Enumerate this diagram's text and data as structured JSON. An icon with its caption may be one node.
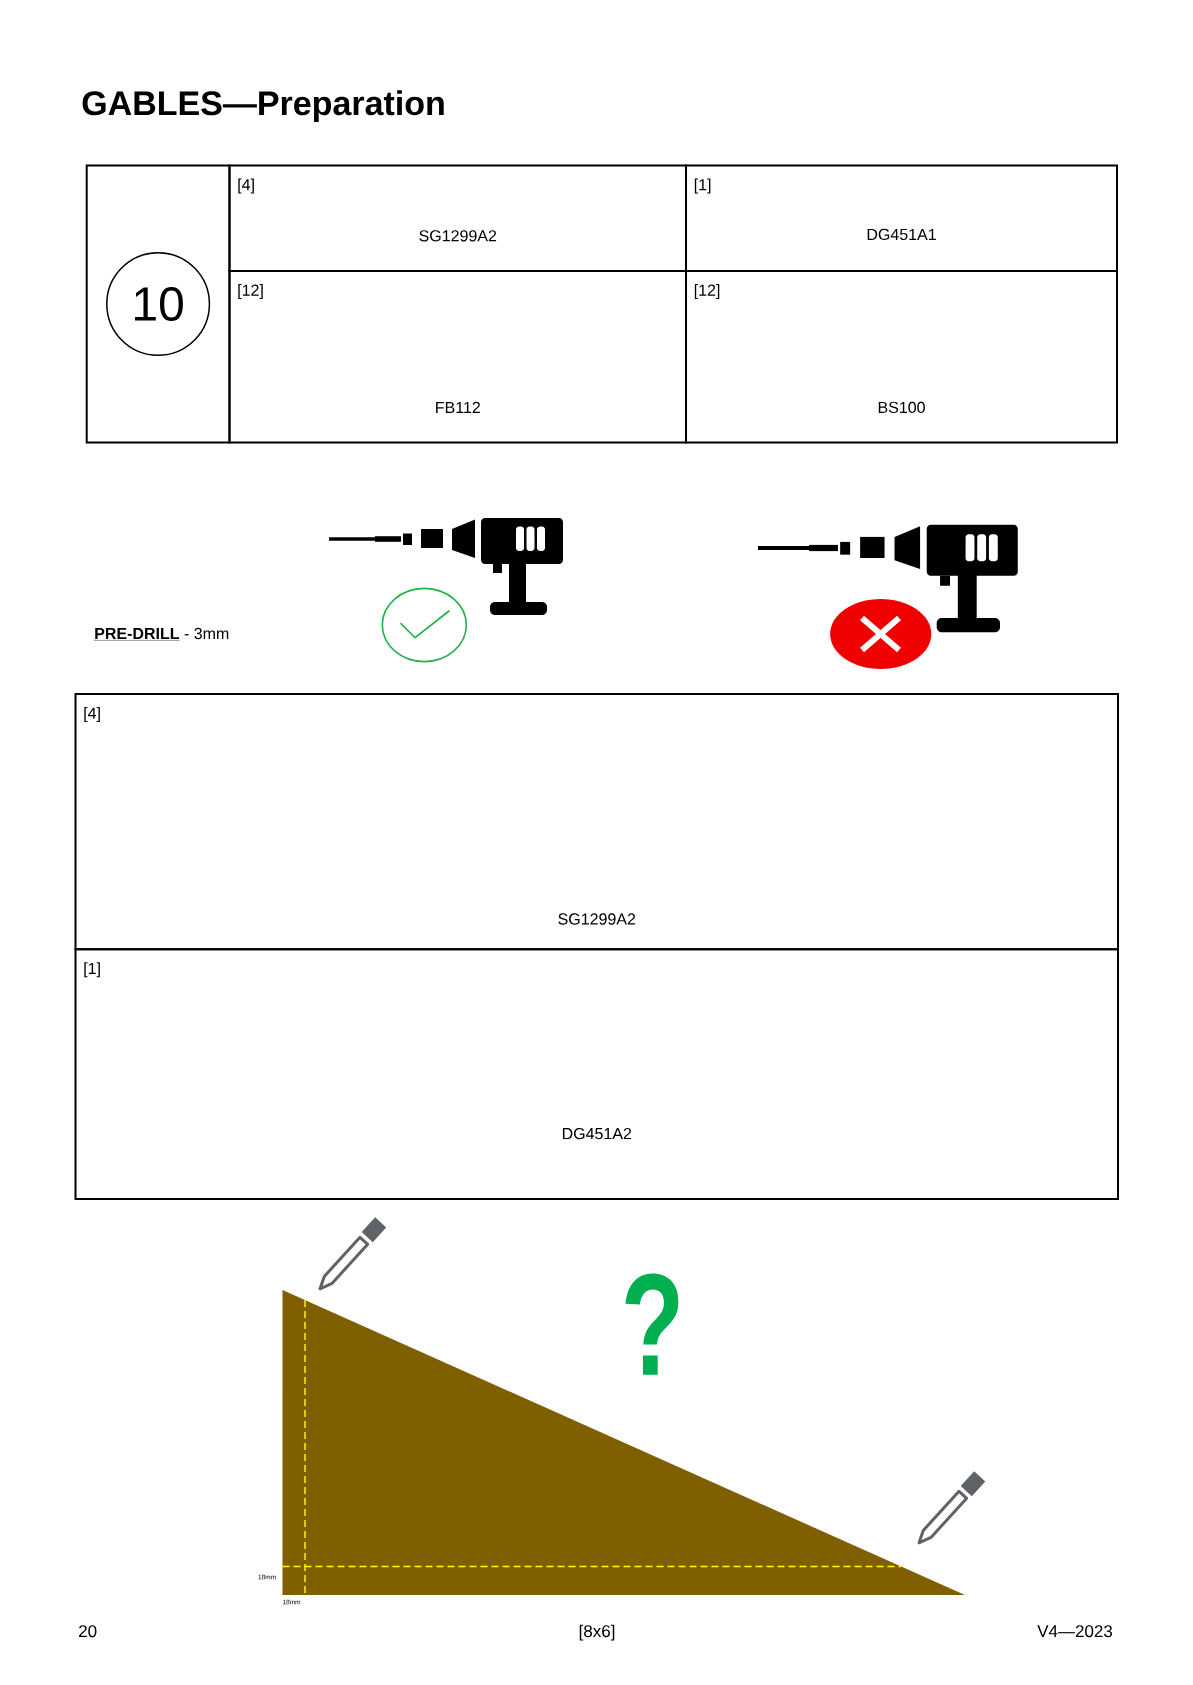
{
  "diagram": {
    "title": "GABLES—Preparation",
    "nodes": [
      {
        "text": [],
        "shape": "box"
      },
      {
        "text": [
          "10"
        ],
        "in": 0
      },
      {
        "text": [
          "[4]",
          "SG1299A2"
        ]
      },
      {
        "text": [
          "[1]",
          "DG451A1"
        ]
      },
      {
        "text": [
          "[12]",
          "FB112"
        ]
      },
      {
        "text": [
          "[12]",
          "BS100"
        ]
      },
      {
        "text": [
          "[4]",
          "SG1299A2"
        ]
      },
      {
        "text": [
          "[1]",
          "DG451A2"
        ]
      }
    ],
    "labels": [
      "**PRE-DRILL** - 3mm",
      "?",
      "18mm",
      "18mm",
      "20",
      "[8x6]",
      "V4—2023"
    ]
  }
}
